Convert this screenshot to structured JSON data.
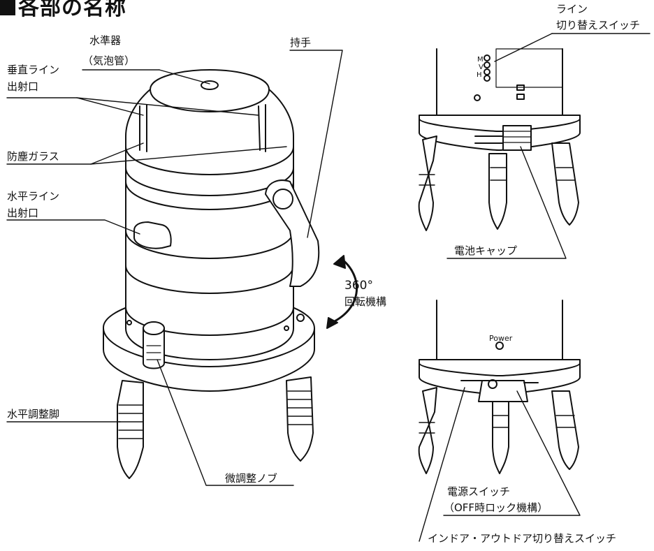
{
  "title": "各部の名称",
  "labels": {
    "level_vial_1": "水準器",
    "level_vial_2": "（気泡管）",
    "handle": "持手",
    "vertical_line_1": "垂直ライン",
    "vertical_line_2": "出射口",
    "dust_glass": "防塵ガラス",
    "horizontal_line_1": "水平ライン",
    "horizontal_line_2": "出射口",
    "rotation_1": "360°",
    "rotation_2": "回転機構",
    "leveling_foot": "水平調整脚",
    "fine_knob": "微調整ノブ",
    "line_switch_1": "ライン",
    "line_switch_2": "切り替えスイッチ",
    "switch_m": "M",
    "switch_v": "V",
    "switch_h": "H",
    "battery_cap": "電池キャップ",
    "power": "Power",
    "power_switch_1": "電源スイッチ",
    "power_switch_2": "（OFF時ロック機構）",
    "indoor_outdoor": "インドア・アウトドア切り替えスイッチ"
  }
}
